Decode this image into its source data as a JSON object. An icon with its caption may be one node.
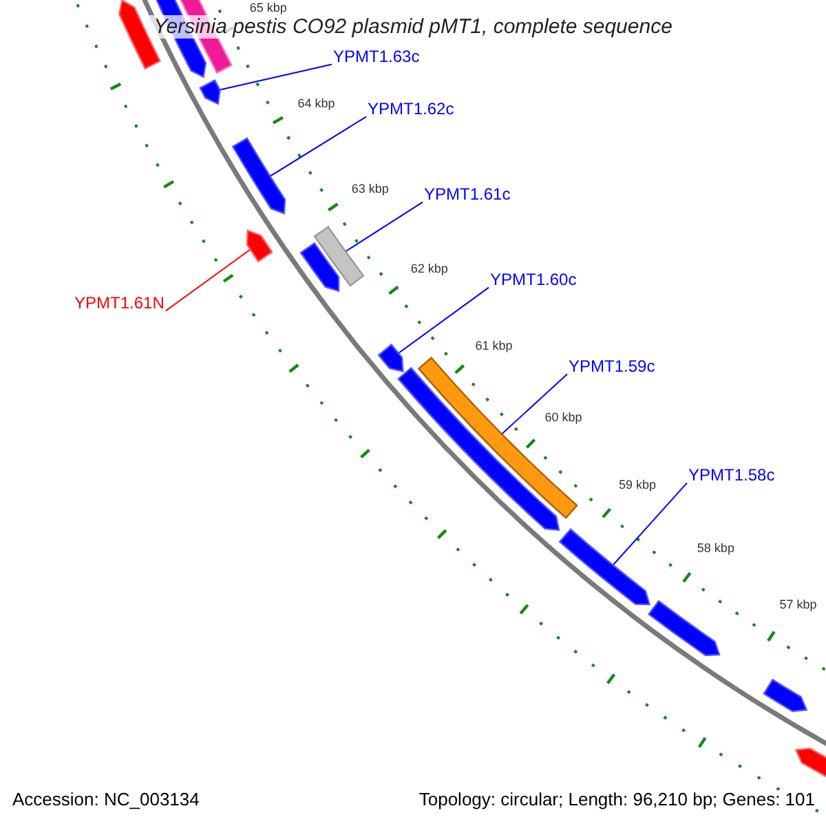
{
  "diagram": {
    "title": "Yersinia pestis CO92 plasmid pMT1, complete sequence",
    "nodes": [
      {
        "text": [
          "YPMT1.63c"
        ]
      },
      {
        "text": [
          "YPMT1.62c"
        ]
      },
      {
        "text": [
          "YPMT1.61c"
        ]
      },
      {
        "text": [
          "YPMT1.60c"
        ]
      },
      {
        "text": [
          "YPMT1.59c"
        ]
      },
      {
        "text": [
          "YPMT1.58c"
        ]
      },
      {
        "text": [
          "YPMT1.61N"
        ]
      },
      {
        "text": [],
        "shape": "arrow"
      },
      {
        "text": [],
        "shape": "arrow"
      },
      {
        "text": [],
        "shape": "bar"
      },
      {
        "text": [],
        "shape": "arrow"
      },
      {
        "text": [],
        "shape": "bar"
      },
      {
        "text": [],
        "shape": "arrow"
      },
      {
        "text": [],
        "shape": "arrow"
      }
    ],
    "edges": [
      {
        "from": 0,
        "to": 7,
        "arrow": "none"
      },
      {
        "from": 1,
        "to": 8,
        "arrow": "none"
      },
      {
        "from": 2,
        "to": 9,
        "arrow": "none"
      },
      {
        "from": 3,
        "to": 10,
        "arrow": "none"
      },
      {
        "from": 4,
        "to": 11,
        "arrow": "none"
      },
      {
        "from": 5,
        "to": 12,
        "arrow": "none"
      },
      {
        "from": 6,
        "to": 13,
        "arrow": "none",
        "color": "#ff0000"
      }
    ],
    "labels": [
      "65 kbp",
      "64 kbp",
      "63 kbp",
      "62 kbp",
      "61 kbp",
      "60 kbp",
      "59 kbp",
      "58 kbp",
      "57 kbp",
      "Accession: NC_003134",
      "Topology: circular; Length: 96,210 bp; Genes: 101"
    ]
  }
}
